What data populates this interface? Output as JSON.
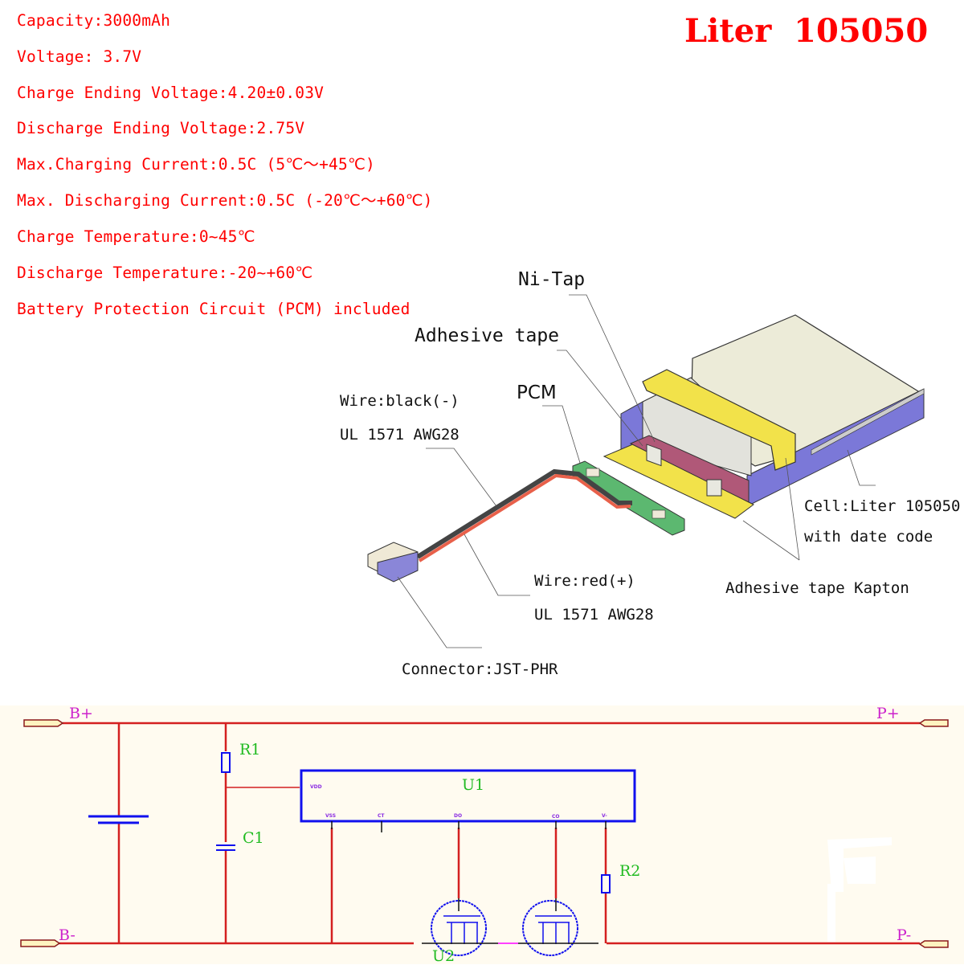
{
  "title": "Liter  105050",
  "specs": [
    "Capacity:3000mAh",
    "Voltage: 3.7V",
    "Charge Ending Voltage:4.20±0.03V",
    "Discharge Ending Voltage:2.75V",
    "Max.Charging Current:0.5C (5℃～+45℃)",
    "Max. Discharging Current:0.5C (-20℃～+60℃)",
    "Charge Temperature:0~45℃",
    "Discharge Temperature:-20~+60℃",
    "Battery Protection Circuit (PCM) included"
  ],
  "callouts": {
    "ni_tap": "Ni-Tap",
    "adhesive_tape": "Adhesive tape",
    "pcm": "PCM",
    "wire_black": "Wire:black(-)",
    "wire_black_spec": "UL 1571 AWG28",
    "wire_red": "Wire:red(+)",
    "wire_red_spec": "UL 1571 AWG28",
    "connector": "Connector:JST-PHR",
    "cell": "Cell:Liter 105050",
    "cell_sub": "with date code",
    "kapton": "Adhesive tape Kapton"
  },
  "schematic": {
    "ports": {
      "b_plus": "B+",
      "b_minus": "B-",
      "p_plus": "P+",
      "p_minus": "P-"
    },
    "components": {
      "r1": "R1",
      "c1": "C1",
      "u1": "U1",
      "r2": "R2",
      "u2": "U2"
    },
    "u1_pins": {
      "vdd": "VDD",
      "vss": "VSS",
      "ct": "CT",
      "do": "DO",
      "co": "CO",
      "vm": "V-"
    }
  },
  "colors": {
    "spec_text": "#ff0000",
    "wire": "#d42020",
    "component": "#1010ee",
    "ref_label": "#22bb22",
    "port_label": "#cc22cc",
    "schematic_bg": "#fffbf0",
    "cell_body": "#ecebd8",
    "cell_side": "#7b78d8",
    "tape": "#f2e24a",
    "pcm_board": "#5cb870",
    "tab": "#b05878"
  }
}
